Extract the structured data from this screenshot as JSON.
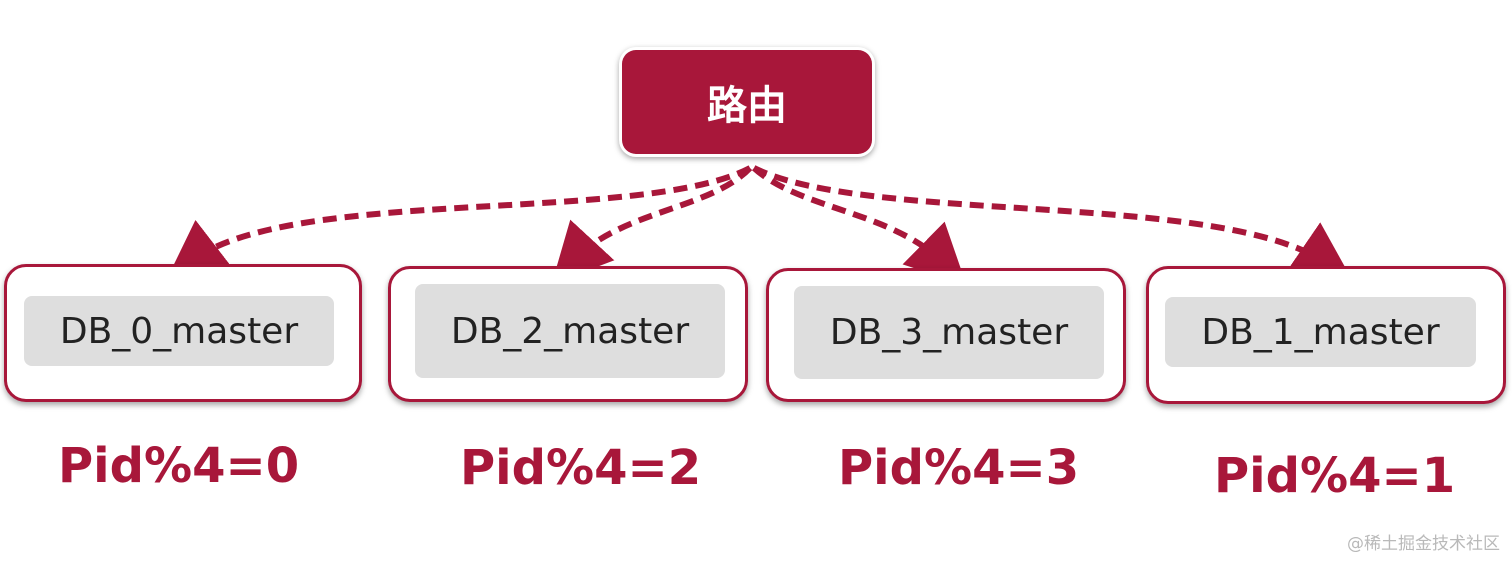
{
  "router": {
    "label": "路由"
  },
  "shards": [
    {
      "db_label": "DB_0_master",
      "rule": "Pid%4=0"
    },
    {
      "db_label": "DB_2_master",
      "rule": "Pid%4=2"
    },
    {
      "db_label": "DB_3_master",
      "rule": "Pid%4=3"
    },
    {
      "db_label": "DB_1_master",
      "rule": "Pid%4=1"
    }
  ],
  "watermark": "@稀土掘金技术社区",
  "colors": {
    "accent": "#a8173a",
    "inner_box": "#dedede",
    "background": "#ffffff"
  }
}
